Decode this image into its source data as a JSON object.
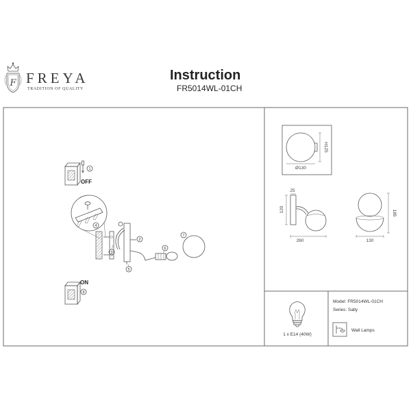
{
  "header": {
    "logo_letter": "F",
    "brand": "FREYA",
    "tagline": "TRADITION OF QUALITY",
    "title": "Instruction",
    "model_code": "FR5014WL-01CH"
  },
  "installation": {
    "step_numbers": [
      "1",
      "2",
      "3",
      "4",
      "5",
      "6",
      "7",
      "8"
    ],
    "switch_off": "OFF",
    "switch_on": "ON"
  },
  "dimensions": {
    "top_view": {
      "height": "H125",
      "diameter": "Ø130"
    },
    "side_view": {
      "depth": "25",
      "plate_height": "120",
      "length": "260"
    },
    "front_view": {
      "height": "185",
      "width": "130"
    }
  },
  "specs": {
    "bulb": "1 x E14 (40W)",
    "model": "Model: FR5014WL-01CH",
    "series": "Series: Sally",
    "category": "Wall Lamps"
  },
  "icons": {
    "logo": "crest-logo-icon",
    "switch": "wall-switch-icon",
    "bulb": "light-bulb-icon",
    "category": "wall-lamp-icon"
  },
  "colors": {
    "line": "#555555",
    "text": "#333333"
  }
}
